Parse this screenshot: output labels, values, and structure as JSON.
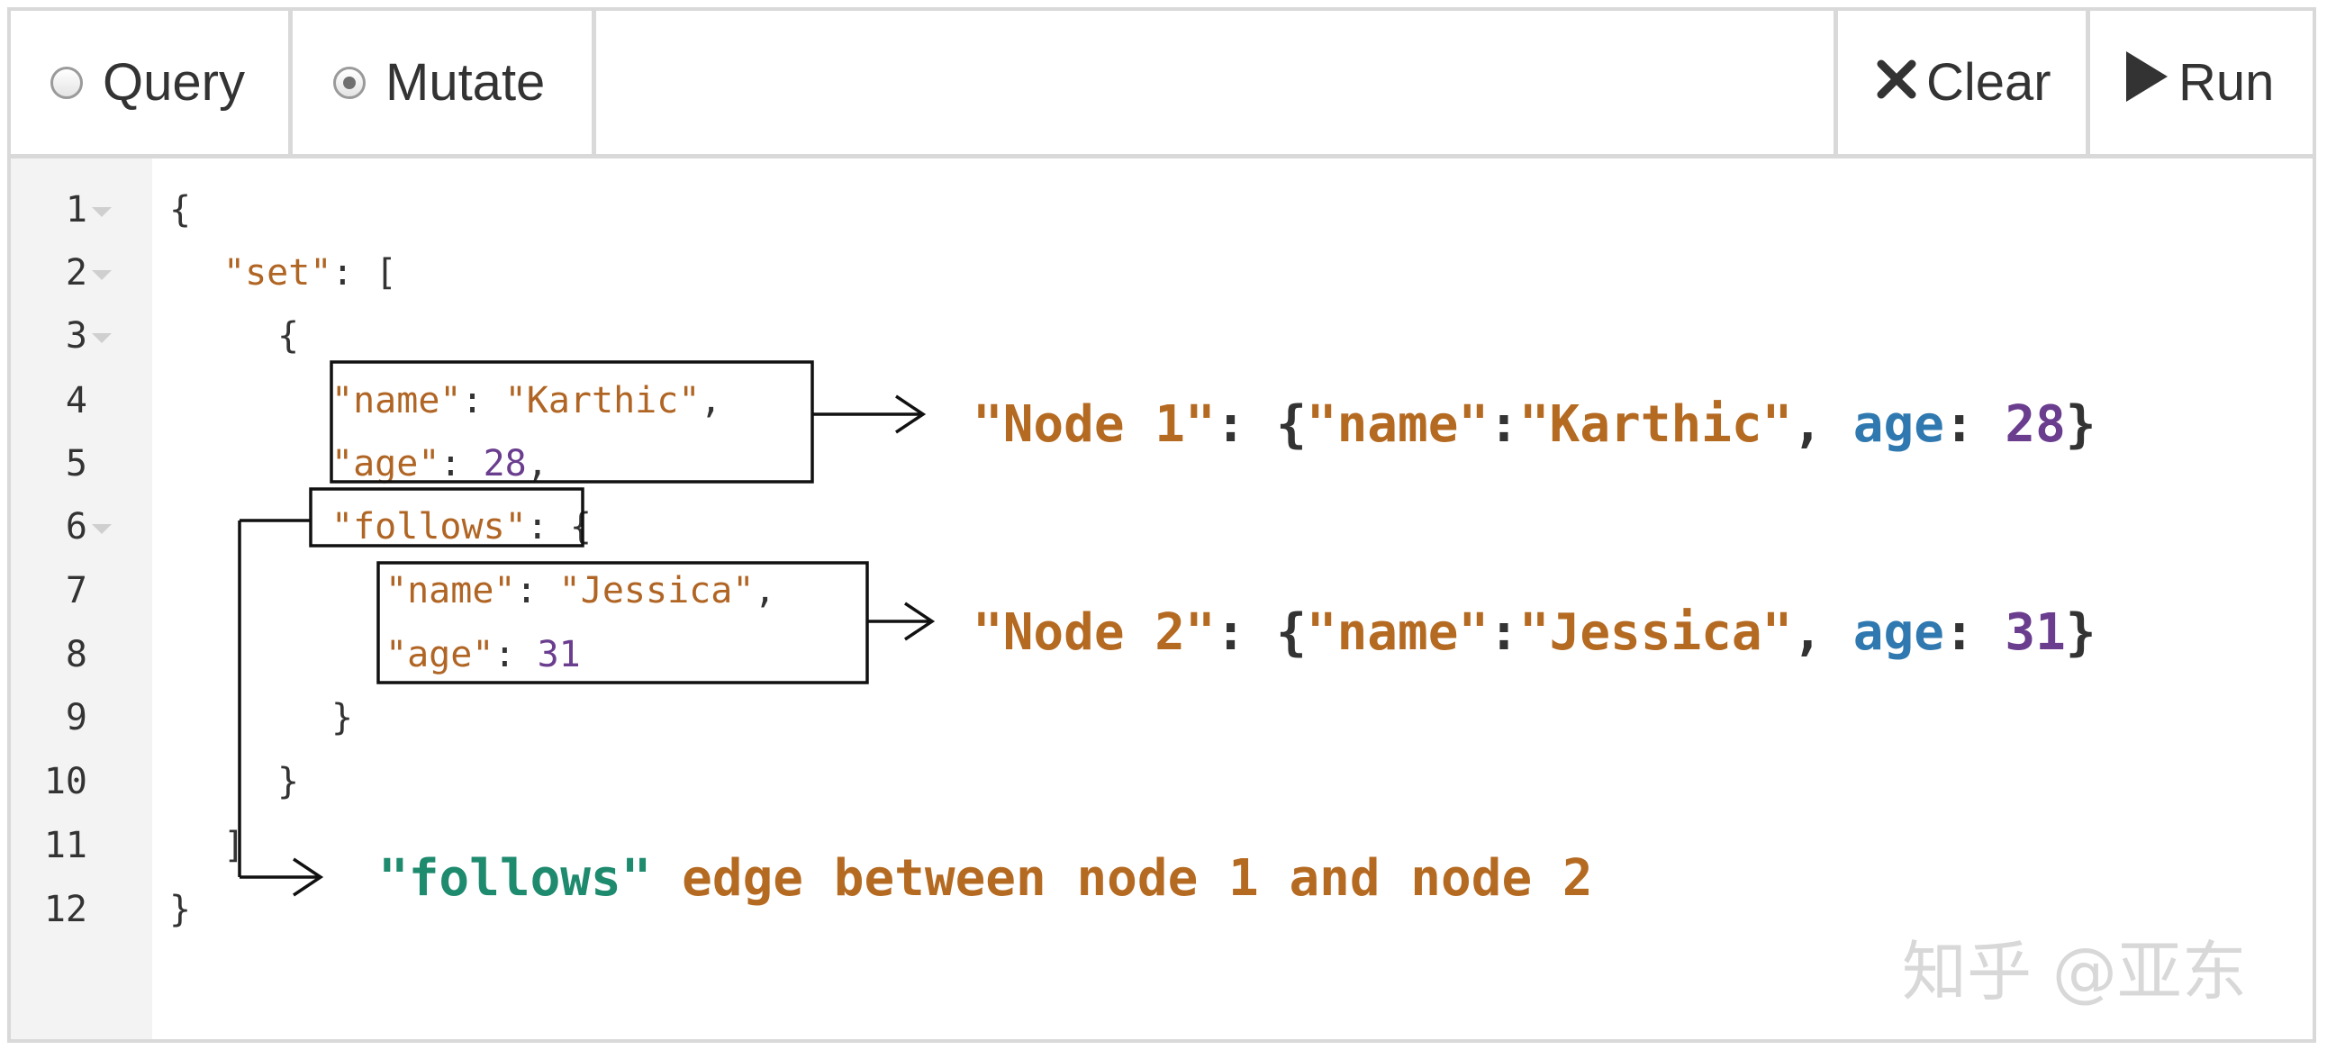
{
  "toolbar": {
    "query_label": "Query",
    "mutate_label": "Mutate",
    "mode_selected": "Mutate",
    "clear_label": "Clear",
    "run_label": "Run",
    "icons": {
      "clear": "close-icon",
      "run": "play-icon"
    }
  },
  "editor": {
    "line_numbers": [
      "1",
      "2",
      "3",
      "4",
      "5",
      "6",
      "7",
      "8",
      "9",
      "10",
      "11",
      "12"
    ],
    "lines": {
      "l1": {
        "open": "{"
      },
      "l2": {
        "key": "\"set\"",
        "rest": ": ["
      },
      "l3": {
        "open": "{"
      },
      "l4": {
        "key": "\"name\"",
        "colon": ": ",
        "value": "\"Karthic\"",
        "comma": ","
      },
      "l5": {
        "key": "\"age\"",
        "colon": ": ",
        "value": "28",
        "comma": ","
      },
      "l6": {
        "key": "\"follows\"",
        "rest": ": {"
      },
      "l7": {
        "key": "\"name\"",
        "colon": ": ",
        "value": "\"Jessica\"",
        "comma": ","
      },
      "l8": {
        "key": "\"age\"",
        "colon": ": ",
        "value": "31"
      },
      "l9": {
        "close": "}"
      },
      "l10": {
        "close": "}"
      },
      "l11": {
        "close": "]"
      },
      "l12": {
        "close": "}"
      }
    }
  },
  "annotations": {
    "node1": {
      "label": "\"Node 1\"",
      "colon": ": {",
      "name_key": "\"name\"",
      "sep": ":",
      "name_value": "\"Karthic\"",
      "comma": ", ",
      "age_key": "age",
      "age_colon": ": ",
      "age_value": "28",
      "close": "}"
    },
    "node2": {
      "label": "\"Node 2\"",
      "colon": ": {",
      "name_key": "\"name\"",
      "sep": ":",
      "name_value": "\"Jessica\"",
      "comma": ", ",
      "age_key": "age",
      "age_colon": ": ",
      "age_value": "31",
      "close": "}"
    },
    "edge": {
      "quoted": "\"follows\"",
      "text": " edge between node 1 and node 2"
    }
  },
  "watermark": "知乎 @亚东",
  "colors": {
    "string": "#b06524",
    "number": "#6a3d8e",
    "key_blue": "#2f79b0",
    "edge_green": "#1e8a6e",
    "border": "#d9d9d9",
    "gutter": "#f3f3f3"
  }
}
